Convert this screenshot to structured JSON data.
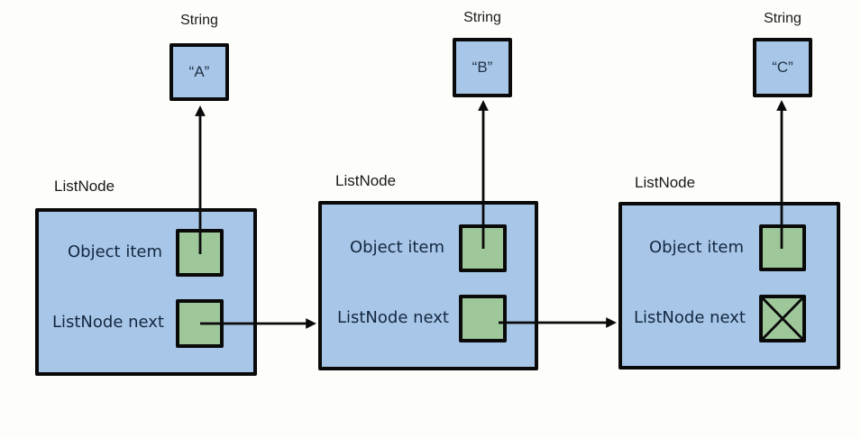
{
  "colors": {
    "background": "#fdfdfa",
    "node_fill": "#a8c7e8",
    "cell_fill": "#9fc89a",
    "line": "#0a0a0a",
    "title_text": "#1a1a1a",
    "field_text": "#132740",
    "value_text": "#203245"
  },
  "strings": [
    {
      "type_label": "String",
      "value": "“A”"
    },
    {
      "type_label": "String",
      "value": "“B”"
    },
    {
      "type_label": "String",
      "value": "“C”"
    }
  ],
  "nodes": [
    {
      "title": "ListNode",
      "item_label": "Object item",
      "next_label": "ListNode next",
      "next_is_null": false
    },
    {
      "title": "ListNode",
      "item_label": "Object item",
      "next_label": "ListNode next",
      "next_is_null": false
    },
    {
      "title": "ListNode",
      "item_label": "Object item",
      "next_label": "ListNode next",
      "next_is_null": true
    }
  ]
}
